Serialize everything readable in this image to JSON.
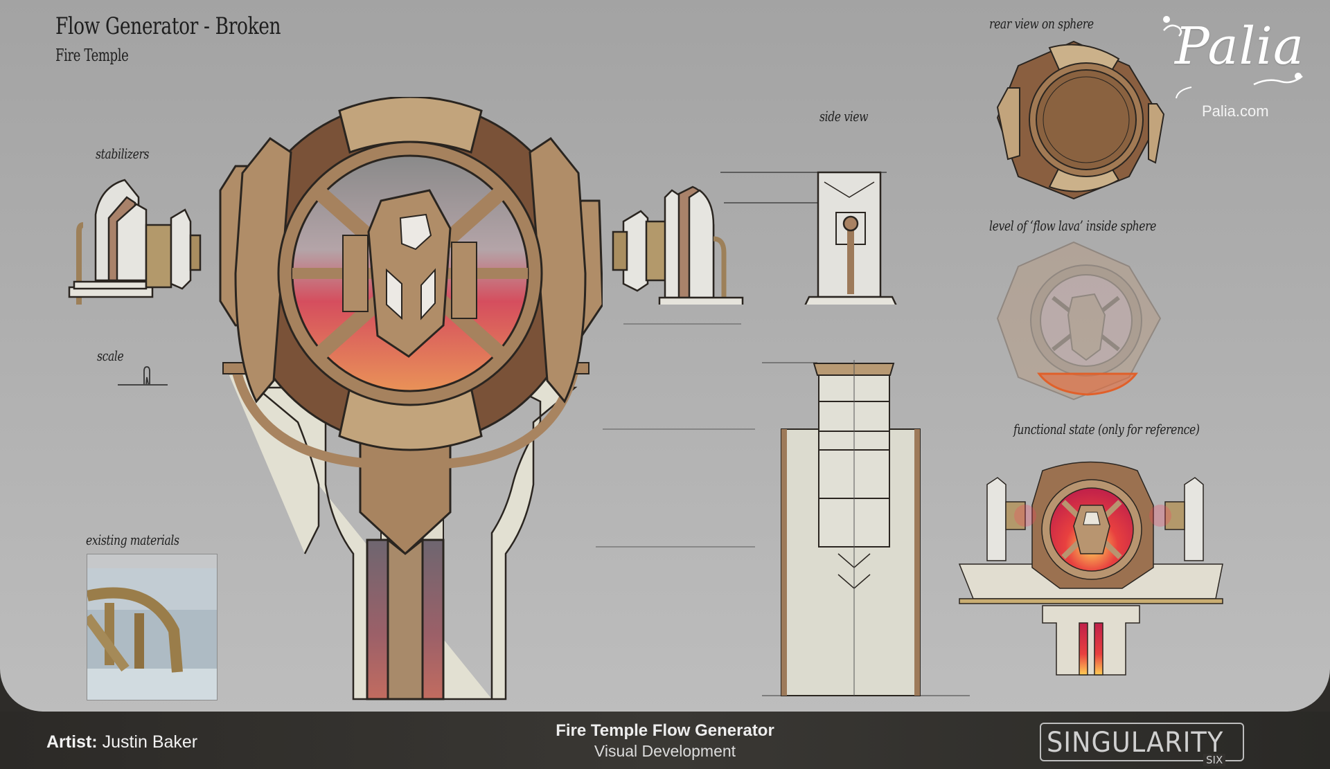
{
  "sheet": {
    "title": "Flow Generator - Broken",
    "subtitle": "Fire Temple",
    "labels": {
      "stabilizers": "stabilizers",
      "scale": "scale",
      "existing_materials": "existing materials",
      "side_view": "side view",
      "rear_view": "rear view on sphere",
      "lava_level": "level of ‘flow lava’ inside sphere",
      "functional_state": "functional state (only for reference)"
    },
    "logo": {
      "name": "Palia",
      "url": "Palia.com"
    },
    "colors": {
      "background": "#a8a8a8",
      "bronze": "#b08a5e",
      "dark_bronze": "#7a5238",
      "stone": "#dcdcd0",
      "lava_red": "#d8495a",
      "lava_orange": "#e88a55",
      "outline": "#2a2520"
    }
  },
  "footer": {
    "artist_label": "Artist:",
    "artist_name": "Justin Baker",
    "project_title": "Fire Temple Flow Generator",
    "project_subtitle": "Visual Development",
    "studio_name": "SINGULARITY",
    "studio_suffix": "SIX"
  }
}
